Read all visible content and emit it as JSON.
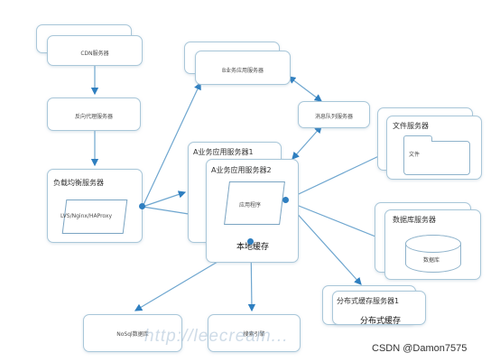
{
  "nodes": {
    "cdn": "CDN服务器",
    "reverse_proxy": "反向代理服务器",
    "load_balancer": "负载均衡服务器",
    "lb_software": "LVS/Nginx/HAProxy",
    "b_app": "B业务应用服务器",
    "mq": "消息队列服务器",
    "a_app1": "A业务应用服务器1",
    "a_app2": "A业务应用服务器2",
    "app_program": "应用程序",
    "local_cache": "本地缓存",
    "file_server": "文件服务器",
    "file": "文件",
    "db_server": "数据库服务器",
    "database": "数据库",
    "dist_cache_server": "分布式缓存服务器1",
    "dist_cache": "分布式缓存",
    "nosql": "NoSql数据库",
    "search": "搜索引擎"
  },
  "watermark": "http://leecream...",
  "credit": "CSDN @Damon7575"
}
